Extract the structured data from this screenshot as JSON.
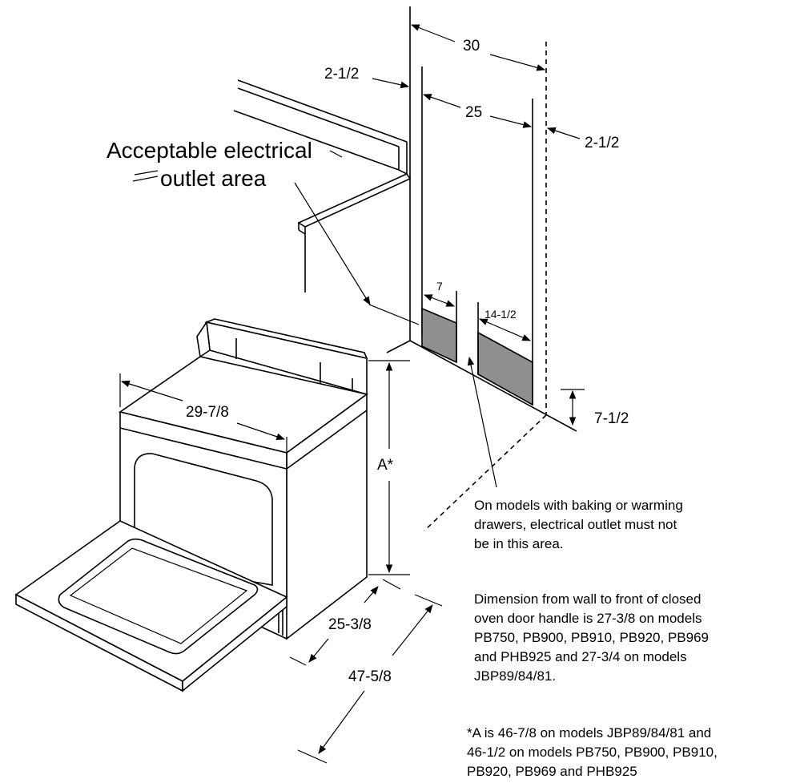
{
  "dimensions": {
    "cabinet_gap": "30",
    "wall_offset_left": "2-1/2",
    "outlet_zone_width": "25",
    "wall_offset_right": "2-1/2",
    "strip_left": "7",
    "strip_right": "14-1/2",
    "outlet_height": "7-1/2",
    "range_width": "29-7/8",
    "height_a": "A*",
    "range_depth": "25-3/8",
    "depth_door_open": "47-5/8"
  },
  "labels": {
    "outlet_area_line1": "Acceptable electrical",
    "outlet_area_line2": "outlet area"
  },
  "notes": {
    "drawer_warning": [
      "On models with baking or warming",
      "drawers, electrical outlet must not",
      "be in this area."
    ],
    "door_handle": [
      "Dimension from wall to front of closed",
      "oven door handle is 27-3/8 on models",
      "PB750, PB900, PB910, PB920, PB969",
      "and PHB925 and 27-3/4 on models",
      "JBP89/84/81."
    ],
    "a_footnote": [
      "*A is 46-7/8 on models JBP89/84/81 and",
      "46-1/2 on models PB750, PB900, PB910,",
      "PB920, PB969 and PHB925"
    ]
  }
}
